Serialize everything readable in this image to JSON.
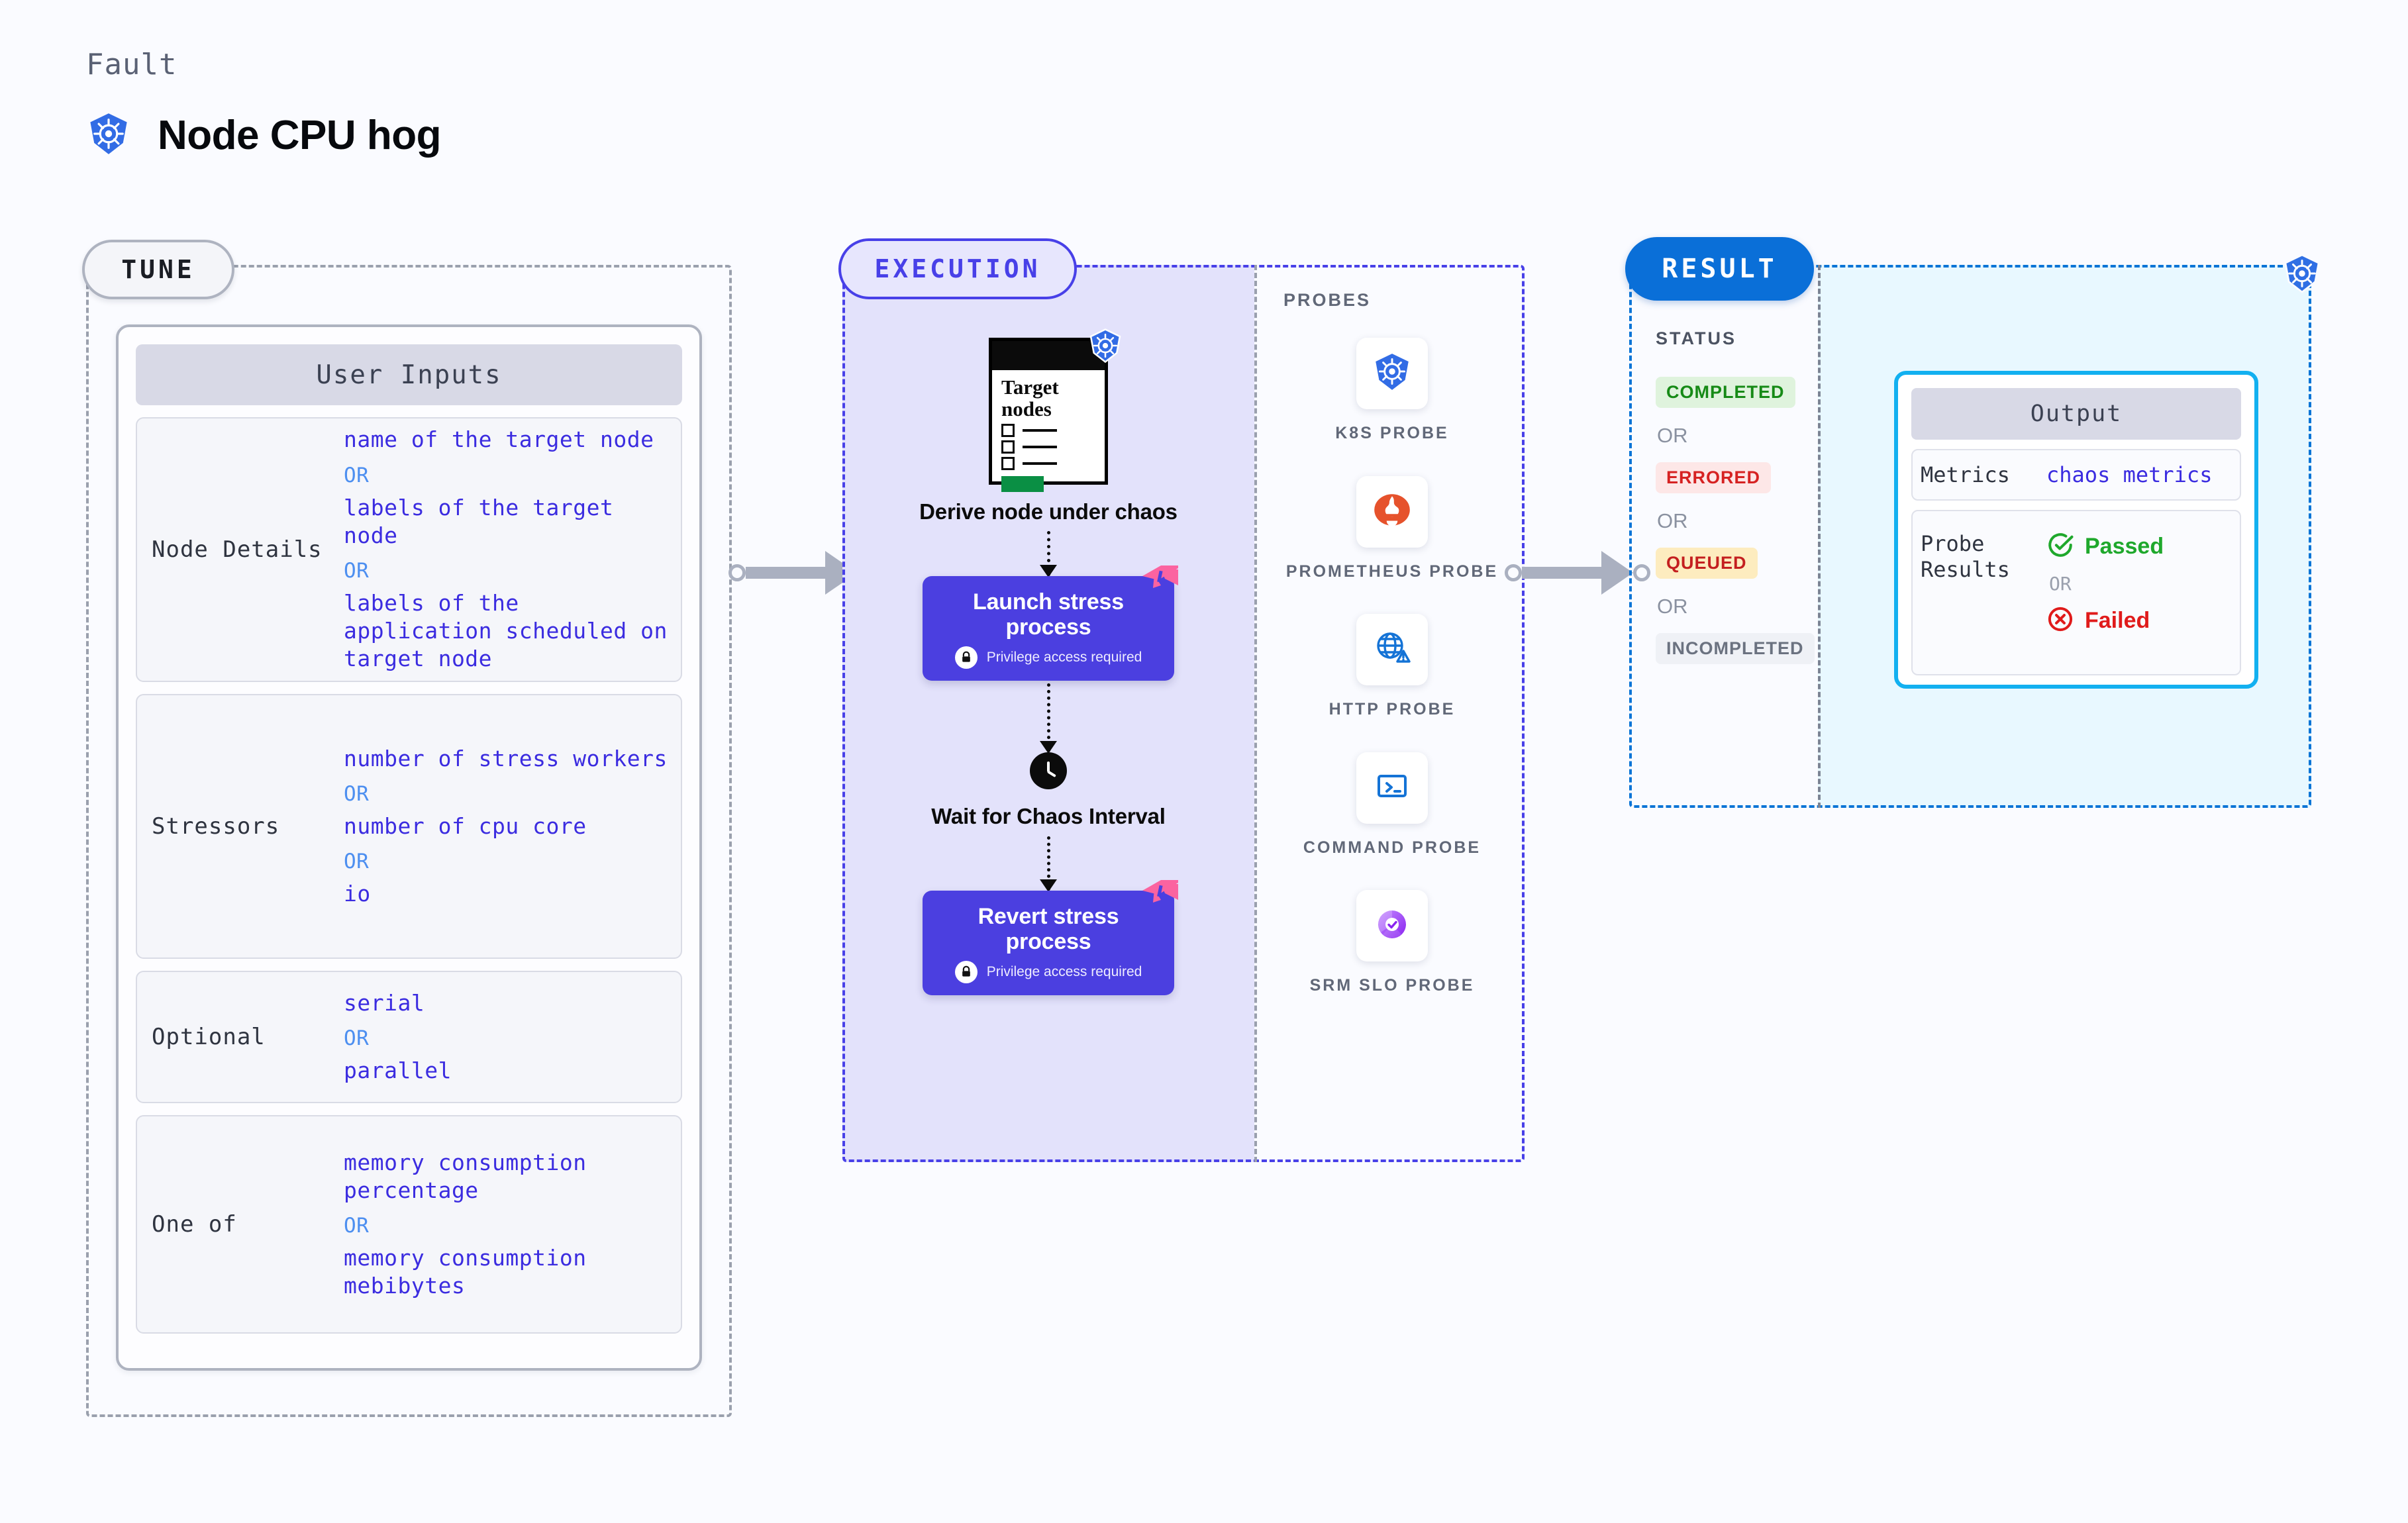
{
  "header": {
    "kicker": "Fault",
    "title": "Node CPU hog",
    "icon": "kubernetes-icon"
  },
  "tune": {
    "pill_label": "TUNE",
    "card_title": "User Inputs",
    "rows": [
      {
        "label": "Node Details",
        "items": [
          {
            "type": "value",
            "text": "name of the target node"
          },
          {
            "type": "or",
            "text": "OR"
          },
          {
            "type": "value",
            "text": "labels of the target node"
          },
          {
            "type": "or",
            "text": "OR"
          },
          {
            "type": "value",
            "text": "labels of the application scheduled on target node"
          }
        ]
      },
      {
        "label": "Stressors",
        "items": [
          {
            "type": "value",
            "text": "number of stress workers"
          },
          {
            "type": "or",
            "text": "OR"
          },
          {
            "type": "value",
            "text": "number of cpu core"
          },
          {
            "type": "or",
            "text": "OR"
          },
          {
            "type": "value",
            "text": "io"
          }
        ]
      },
      {
        "label": "Optional",
        "items": [
          {
            "type": "value",
            "text": "serial"
          },
          {
            "type": "or",
            "text": "OR"
          },
          {
            "type": "value",
            "text": "parallel"
          }
        ]
      },
      {
        "label": "One of",
        "items": [
          {
            "type": "value",
            "text": "memory consumption percentage"
          },
          {
            "type": "or",
            "text": "OR"
          },
          {
            "type": "value",
            "text": "memory consumption mebibytes"
          }
        ]
      }
    ]
  },
  "execution": {
    "pill_label": "EXECUTION",
    "node_card": {
      "title": "Target nodes",
      "badge_icon": "kubernetes-icon"
    },
    "steps": [
      {
        "label": "Derive node under chaos"
      },
      {
        "label": "Launch stress process",
        "sub": "Privilege access required",
        "sub_icon": "lock-icon",
        "ribbon": "harness-ribbon-icon"
      },
      {
        "label": "Wait for Chaos Interval",
        "icon": "clock-icon"
      },
      {
        "label": "Revert stress process",
        "sub": "Privilege access required",
        "sub_icon": "lock-icon",
        "ribbon": "harness-ribbon-icon"
      }
    ],
    "probes": {
      "title": "PROBES",
      "items": [
        {
          "name": "K8S PROBE",
          "icon": "kubernetes-icon"
        },
        {
          "name": "PROMETHEUS PROBE",
          "icon": "prometheus-icon"
        },
        {
          "name": "HTTP PROBE",
          "icon": "globe-warning-icon"
        },
        {
          "name": "COMMAND PROBE",
          "icon": "terminal-icon"
        },
        {
          "name": "SRM SLO PROBE",
          "icon": "srm-slo-icon"
        }
      ]
    }
  },
  "result": {
    "pill_label": "RESULT",
    "corner_icon": "kubernetes-icon",
    "status": {
      "title": "STATUS",
      "or_label": "OR",
      "badges": [
        {
          "label": "COMPLETED",
          "bg": "#dff3dd",
          "fg": "#168a16"
        },
        {
          "label": "ERRORED",
          "bg": "#fde7e7",
          "fg": "#d62222"
        },
        {
          "label": "QUEUED",
          "bg": "#fdecbf",
          "fg": "#c41f1f"
        },
        {
          "label": "INCOMPLETED",
          "bg": "#eff1f6",
          "fg": "#6b7280"
        }
      ]
    },
    "output": {
      "title": "Output",
      "metrics_label": "Metrics",
      "metrics_value": "chaos metrics",
      "probe_results_label": "Probe Results",
      "passed_label": "Passed",
      "failed_label": "Failed",
      "or_label": "OR",
      "passed_icon": "check-circle-icon",
      "failed_icon": "x-circle-icon"
    }
  },
  "colors": {
    "page_bg": "#fafbff",
    "execution_fill": "#e3e2fb",
    "execution_accent": "#4840e8",
    "result_accent": "#0a6fd8",
    "output_fill": "#e8f8ff",
    "output_border": "#12b0f0",
    "purple_box": "#4b3fe0",
    "value_text": "#3b2ce0",
    "or_text": "#4d8ff0",
    "ribbon": "#fb63a0"
  }
}
